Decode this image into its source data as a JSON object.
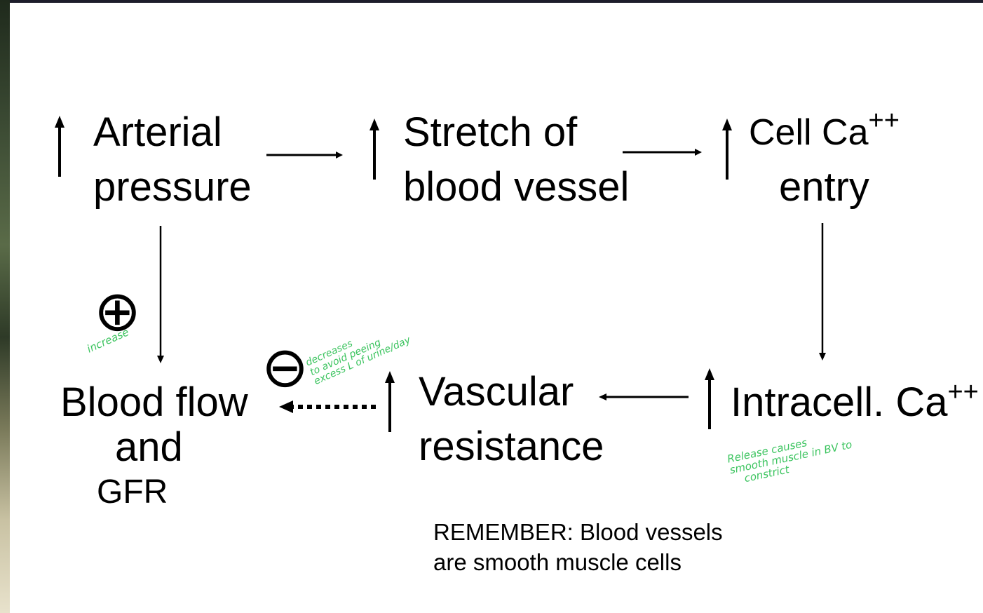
{
  "diagram": {
    "nodes": {
      "arterial_pressure": {
        "line1": "Arterial",
        "line2": "pressure"
      },
      "stretch": {
        "line1": "Stretch of",
        "line2": "blood vessel"
      },
      "cell_ca": {
        "line1": "Cell Ca",
        "line1_sup": "++",
        "line2": "entry"
      },
      "intracell_ca": {
        "text": "Intracell. Ca",
        "sup": "++"
      },
      "vascular_resistance": {
        "line1": "Vascular",
        "line2": "resistance"
      },
      "blood_flow": {
        "line1": "Blood flow",
        "line2": "and",
        "line3": "GFR"
      }
    },
    "signs": {
      "plus": "⊕",
      "minus": "⊖"
    },
    "handwritten": {
      "increase": "increase",
      "decreases_line1": "decreases",
      "decreases_line2": "to avoid peeing",
      "decreases_line3": "excess L of urine/day",
      "release_line1": "Release causes",
      "release_line2": "smooth muscle in BV to",
      "release_line3": "constrict"
    },
    "note": {
      "line1": "REMEMBER: Blood vessels",
      "line2": "are smooth muscle cells"
    },
    "colors": {
      "handwriting": "#3cc45f",
      "ink": "#000000"
    }
  }
}
